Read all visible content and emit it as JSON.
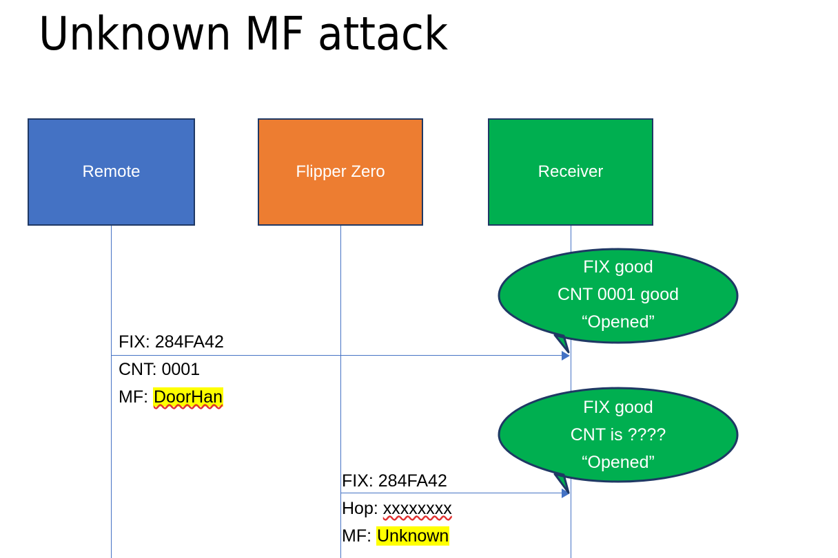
{
  "slide": {
    "title": "Unknown MF attack",
    "background": "#ffffff"
  },
  "colors": {
    "remote": "#4472C4",
    "flipper": "#ED7D31",
    "receiver": "#00AF50",
    "box_border": "#1F3864",
    "lifeline": "#4472C4",
    "arrow": "#4472C4",
    "highlight": "#FFFF00",
    "spellcheck_underline": "#E03030",
    "text_on_fill": "#ffffff",
    "text_body": "#000000"
  },
  "actors": [
    {
      "id": "remote",
      "label": "Remote"
    },
    {
      "id": "flipper",
      "label": "Flipper Zero"
    },
    {
      "id": "receiver",
      "label": "Receiver"
    }
  ],
  "messages": [
    {
      "id": "msg-1",
      "from": "remote",
      "to": "receiver",
      "label_top": "FIX: 284FA42",
      "label_line2_prefix": "CNT: 0001",
      "label_line3_prefix": "MF: ",
      "label_line3_highlight": "DoorHan"
    },
    {
      "id": "msg-2",
      "from": "flipper",
      "to": "receiver",
      "label_top": "FIX: 284FA42",
      "label_line2_prefix": "Hop: ",
      "label_line2_squiggle": "xxxxxxxx",
      "label_line3_prefix": "MF: ",
      "label_line3_highlight": "Unknown"
    }
  ],
  "callouts": [
    {
      "id": "callout-1",
      "line1": "FIX good",
      "line2": "CNT 0001 good",
      "line3": "“Opened”"
    },
    {
      "id": "callout-2",
      "line1": "FIX good",
      "line2": "CNT is ????",
      "line3": "“Opened”"
    }
  ]
}
